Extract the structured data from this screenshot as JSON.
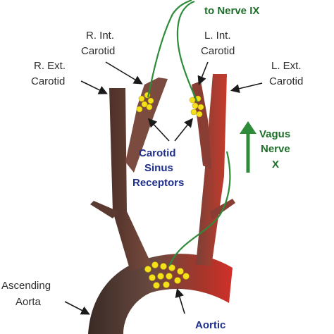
{
  "labels": {
    "nerve_ix": "to Nerve IX",
    "r_int_line1": "R. Int.",
    "r_int_line2": "Carotid",
    "l_int_line1": "L. Int.",
    "l_int_line2": "Carotid",
    "r_ext_line1": "R. Ext.",
    "r_ext_line2": "Carotid",
    "l_ext_line1": "L. Ext.",
    "l_ext_line2": "Carotid",
    "sinus_line1": "Carotid",
    "sinus_line2": "Sinus",
    "sinus_line3": "Receptors",
    "vagus_line1": "Vagus",
    "vagus_line2": "Nerve",
    "vagus_line3": "X",
    "asc_line1": "Ascending",
    "asc_line2": "Aorta",
    "aortic": "Aortic"
  },
  "colors": {
    "vessel_dark": "#5a3a30",
    "vessel_red": "#c0392b",
    "nerve_green": "#2e8b3a",
    "receptor_yellow": "#f5e11a",
    "label_blue": "#1f2f8c"
  }
}
